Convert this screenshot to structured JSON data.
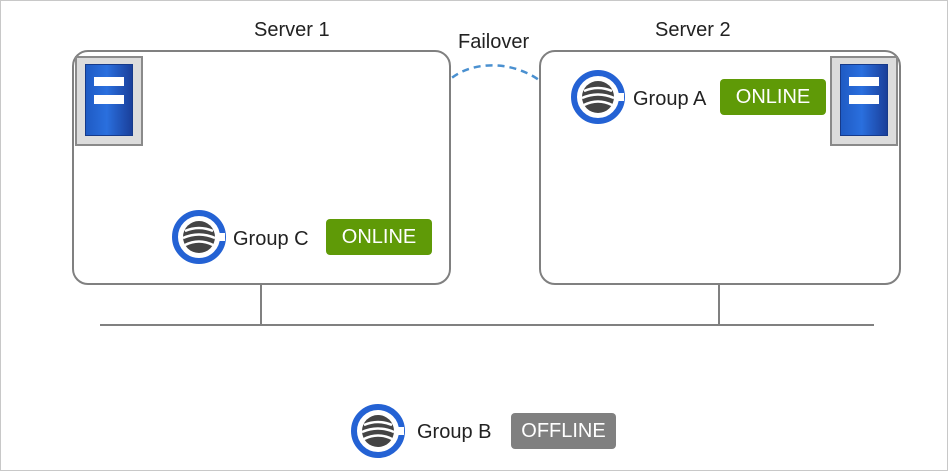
{
  "diagram": {
    "servers": [
      {
        "title": "Server 1"
      },
      {
        "title": "Server 2"
      }
    ],
    "failover_label": "Failover",
    "groups": [
      {
        "name": "Group A",
        "status": "ONLINE"
      },
      {
        "name": "Group B",
        "status": "OFFLINE"
      },
      {
        "name": "Group C",
        "status": "ONLINE"
      }
    ],
    "icons": {
      "server": "server-tower-icon",
      "group": "cluster-group-icon"
    },
    "colors": {
      "online": "#5f9a07",
      "offline": "#808080",
      "failover_arrow": "#4a90d0",
      "server_blue": "#2a6fde"
    }
  }
}
